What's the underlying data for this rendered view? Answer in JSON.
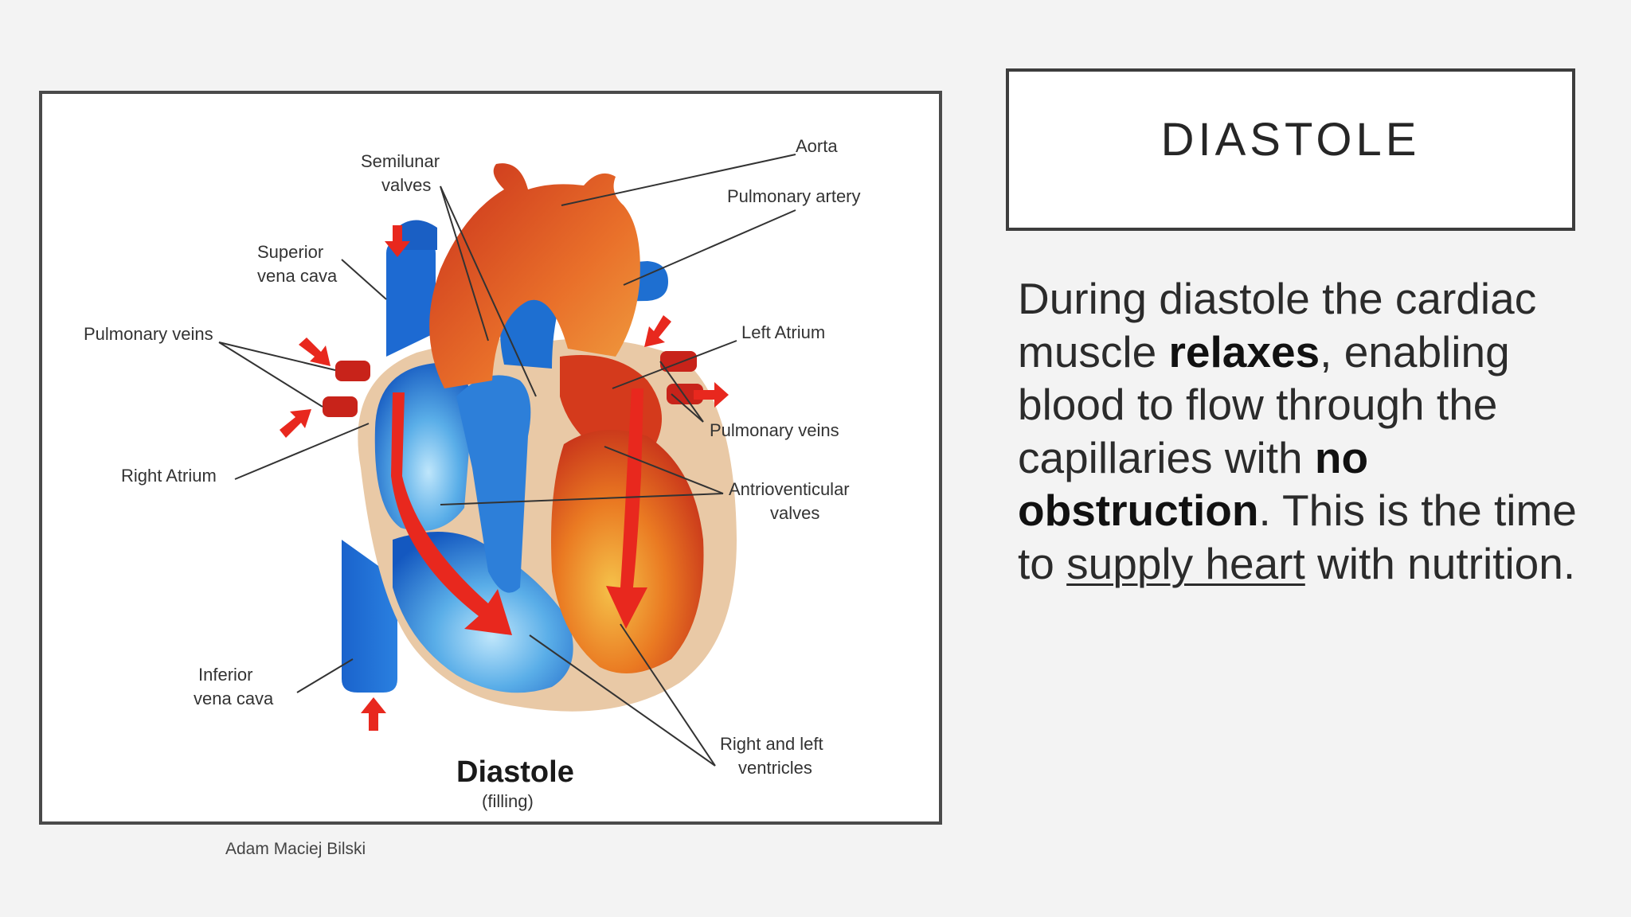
{
  "slide": {
    "title": "DIASTOLE",
    "credit": "Adam Maciej Bilski",
    "body": [
      {
        "text": "During diastole the cardiac muscle ",
        "style": "normal"
      },
      {
        "text": "relaxes",
        "style": "bold"
      },
      {
        "text": ", enabling blood to flow through the capillaries with ",
        "style": "normal"
      },
      {
        "text": "no obstruction",
        "style": "bold"
      },
      {
        "text": ". This is the time to ",
        "style": "normal"
      },
      {
        "text": "supply heart",
        "style": "underline"
      },
      {
        "text": " with nutrition.",
        "style": "normal"
      }
    ]
  },
  "diagram": {
    "title": "Diastole",
    "subtitle": "(filling)",
    "labels": {
      "aorta": "Aorta",
      "pulmonary_artery": "Pulmonary artery",
      "semilunar_1": "Semilunar",
      "semilunar_2": "valves",
      "superior_1": "Superior",
      "superior_2": "vena cava",
      "pulm_veins_left": "Pulmonary veins",
      "left_atrium": "Left Atrium",
      "pulm_veins_right": "Pulmonary veins",
      "right_atrium": "Right Atrium",
      "av_1": "Antrioventicular",
      "av_2": "valves",
      "inferior_1": "Inferior",
      "inferior_2": "vena cava",
      "ventricles_1": "Right and left",
      "ventricles_2": "ventricles"
    },
    "colors": {
      "deoxygenated": "#1e6fd1",
      "oxygenated": "#d9421a",
      "muscle_wall": "#e9c9a6",
      "flow_arrow": "#e8281e"
    }
  }
}
